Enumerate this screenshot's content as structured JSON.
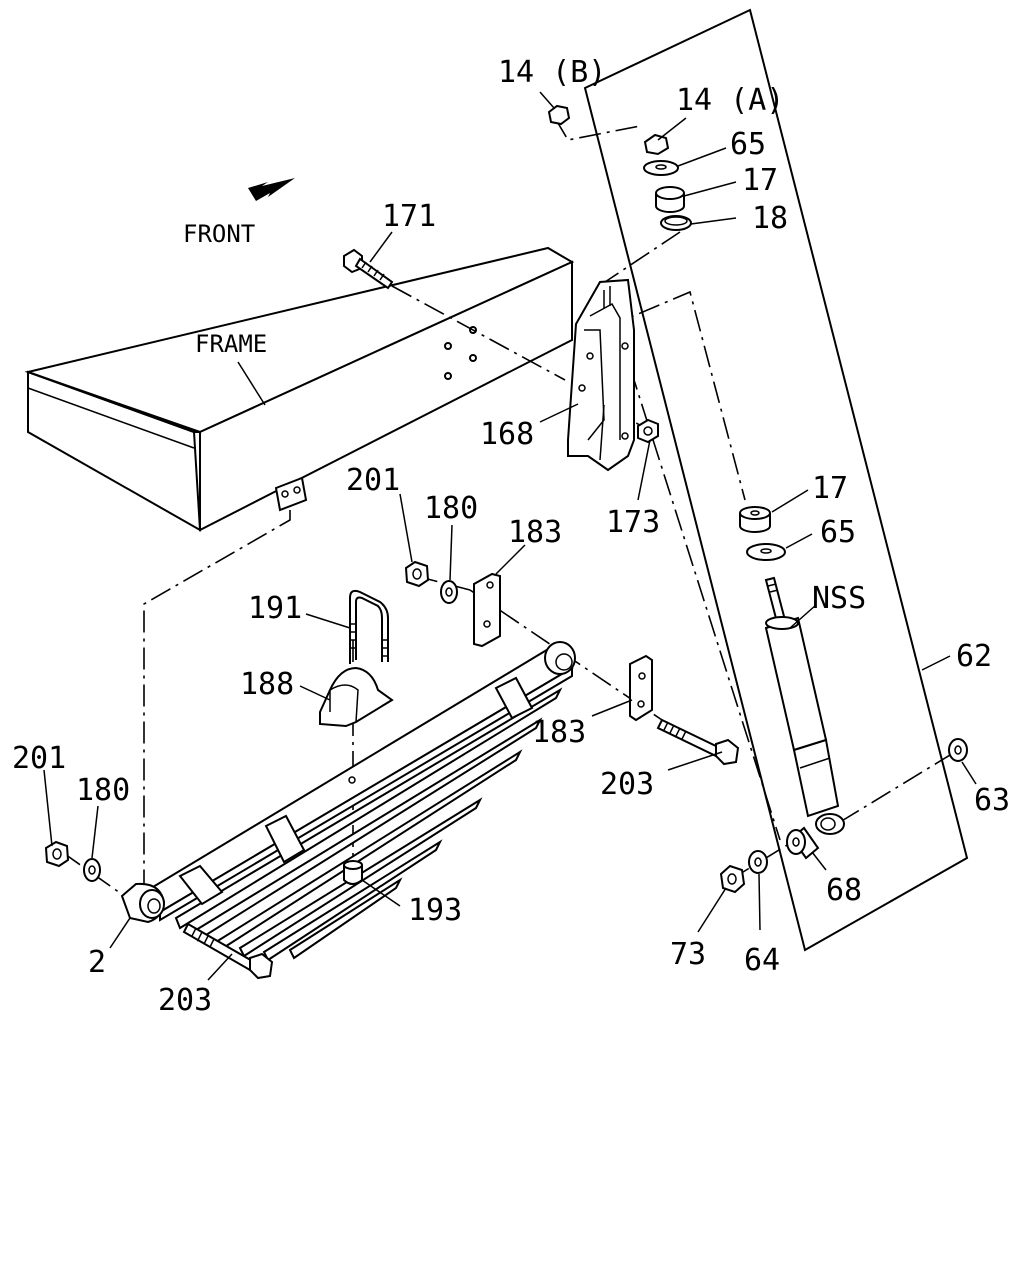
{
  "direction": {
    "label": "FRONT"
  },
  "frame": {
    "label": "FRAME"
  },
  "callouts": {
    "c14b": "14 (B)",
    "c14a": "14 (A)",
    "c65_top": "65",
    "c17_top": "17",
    "c18": "18",
    "c171": "171",
    "c168": "168",
    "c173": "173",
    "c17_mid": "17",
    "c65_mid": "65",
    "cNSS": "NSS",
    "c62": "62",
    "c201_mid": "201",
    "c180_mid": "180",
    "c183_top": "183",
    "c191": "191",
    "c188": "188",
    "c183_bot": "183",
    "c203_right": "203",
    "c63": "63",
    "c201_left": "201",
    "c180_left": "180",
    "c193": "193",
    "c2": "2",
    "c203_left": "203",
    "c68": "68",
    "c73": "73",
    "c64": "64"
  }
}
